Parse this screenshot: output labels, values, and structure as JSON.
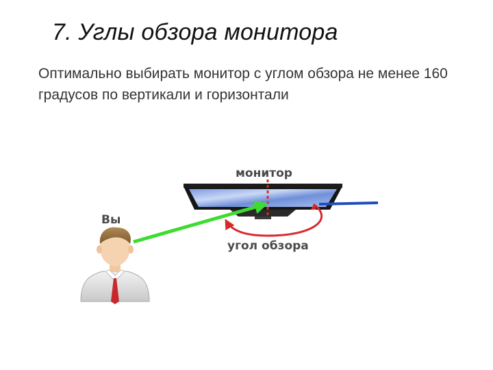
{
  "title": "7. Углы обзора монитора",
  "body_text": "Оптимально выбирать монитор с углом обзора не менее 160 градусов по вертикали и горизонтали",
  "figure": {
    "monitor_label": "монитор",
    "you_label": "Вы",
    "viewing_angle_label": "угол обзора"
  },
  "colors": {
    "sight_line": "#3ddc2e",
    "reflection_line": "#1f4fbf",
    "angle_arc": "#d62b2b",
    "tie": "#c8282d"
  }
}
